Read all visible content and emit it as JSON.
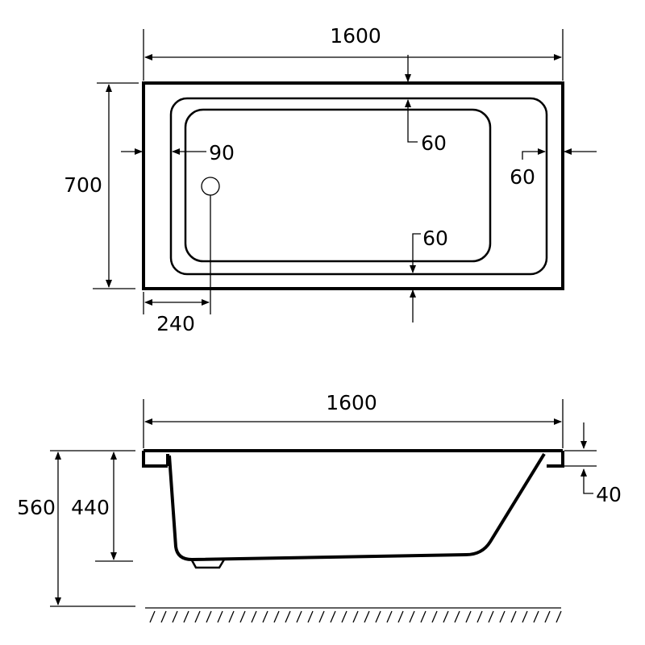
{
  "top_view": {
    "length_label": "1600",
    "width_label": "700",
    "side_margin_label": "90",
    "top_margin_label": "60",
    "bottom_margin_label": "60",
    "end_margin_label": "60",
    "waste_offset_label": "240"
  },
  "side_view": {
    "length_label": "1600",
    "overall_height_label": "560",
    "bath_depth_label": "440",
    "rim_thickness_label": "40"
  }
}
